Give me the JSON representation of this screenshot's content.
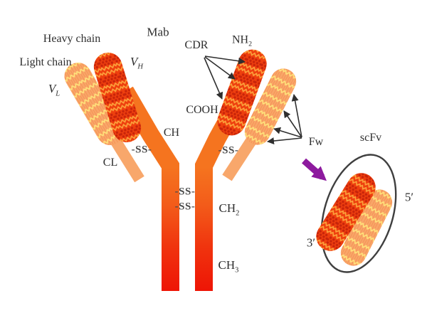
{
  "figure": {
    "kind": "antibody-structure-diagram",
    "labels": {
      "heavy_chain": "Heavy chain",
      "light_chain": "Light chain",
      "mab": "Mab",
      "cdr": "CDR",
      "nh2": {
        "main": "NH",
        "sub": "2"
      },
      "vh": {
        "main": "V",
        "sub": "H"
      },
      "vl": {
        "main": "V",
        "sub": "L"
      },
      "cooh": "COOH",
      "ch": "CH",
      "cl": "CL",
      "ss_left_arm": "-SS-",
      "ss_right_arm": "-SS-",
      "ss_hinge_top": "-SS-",
      "ss_hinge_bottom": "-SS-",
      "ch2": {
        "main": "CH",
        "sub": "2"
      },
      "ch3": {
        "main": "CH",
        "sub": "3"
      },
      "fw": "Fw",
      "scfv": "scFv",
      "five_prime": "5′",
      "three_prime": "3′"
    },
    "colors": {
      "background": "#ffffff",
      "heavy_arm_orange": "#f5741f",
      "stem_red_bottom": "#ee1405",
      "light_chain_orange": "#f8a76b",
      "vh_capsule_base": "#ee3f0e",
      "vh_dot": "#c8240a",
      "vh_zigzag": "#fca33c",
      "vl_capsule_base": "#f9a569",
      "vl_stripe": "#f08b47",
      "vl_zigzag": "#ffe07a",
      "scfv_loop_outline": "#3f3f3f",
      "arrow_black": "#2f2f2f",
      "arrow_purple": "#8d1a9e",
      "text": "#2e2e2e"
    }
  }
}
